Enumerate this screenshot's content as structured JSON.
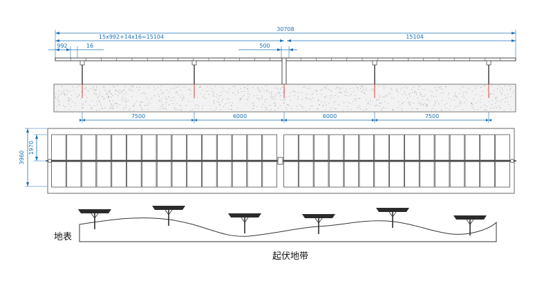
{
  "dimensions": {
    "total_length": "30708",
    "left_group_formula": "15x992+14x16=15104",
    "module_width": "992",
    "module_gap": "16",
    "center_gap": "500",
    "right_group_length": "15104",
    "span_1": "7500",
    "span_2": "6000",
    "span_3": "6000",
    "span_4": "7500",
    "array_width": "3960",
    "half_width": "1970"
  },
  "labels": {
    "ground_surface": "地表",
    "undulating_terrain": "起伏地带"
  },
  "colors": {
    "dimension": "#1a6fb5",
    "outline": "#333333",
    "post_marker": "#e04040",
    "concrete_fill": "#f2f2f2",
    "speckle": "#9a9a9a"
  }
}
